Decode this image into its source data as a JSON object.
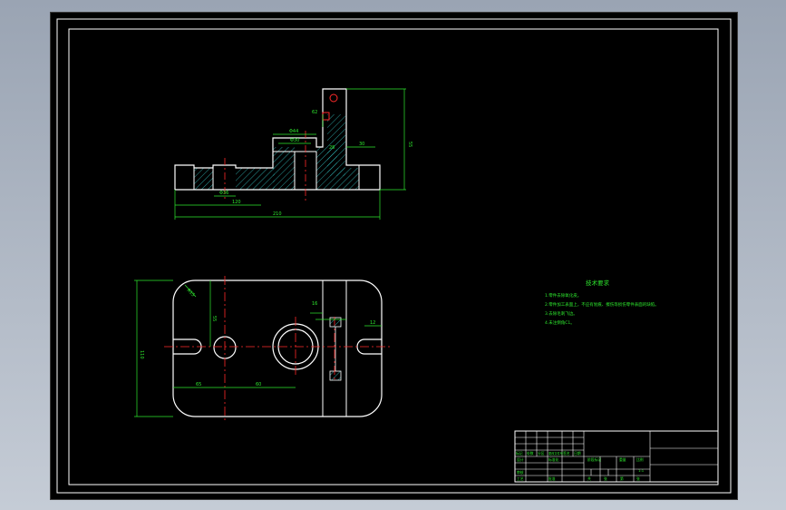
{
  "colors": {
    "background": "#000000",
    "frame": "#ffffff",
    "geometry": "#ffffff",
    "dimension": "#2ee82e",
    "centerline": "#ff2a2a",
    "hatch": "#33c2c2"
  },
  "drawing": {
    "section_view_dims": {
      "d_slot": "62",
      "d_bore_outer": "Φ44",
      "d_bore_inner": "Φ30",
      "d_small": "28",
      "d_right": "30",
      "d_height": "55",
      "d_bottom_inner": "Φ36",
      "d_length_mid": "120",
      "d_length_total": "210"
    },
    "plan_view_dims": {
      "radius": "R15",
      "width": "110",
      "half_width": "55",
      "left_offset": "65",
      "center_dist": "60",
      "slot_width": "12",
      "wall": "16"
    },
    "tech_requirements": {
      "title": "技术要求",
      "items": [
        "1.零件去除氧化皮。",
        "2.零件加工表面上，不应有划痕、擦伤等损伤零件表面的缺陷。",
        "3.去除毛刺飞边。",
        "4.未注倒角C1。"
      ]
    },
    "title_block": {
      "row_labels": [
        "标记",
        "处数",
        "分区",
        "更改文件号",
        "签名",
        "日期"
      ],
      "design_label": "设计",
      "standard_label": "标准化",
      "stage_label": "阶段标记",
      "weight_label": "重量",
      "scale_label": "比例",
      "scale_value": "1:1",
      "check_label": "审核",
      "process_label": "工艺",
      "approve_label": "批准",
      "sheets_label": "共",
      "sheet_label": "第",
      "page_label": "张"
    }
  }
}
